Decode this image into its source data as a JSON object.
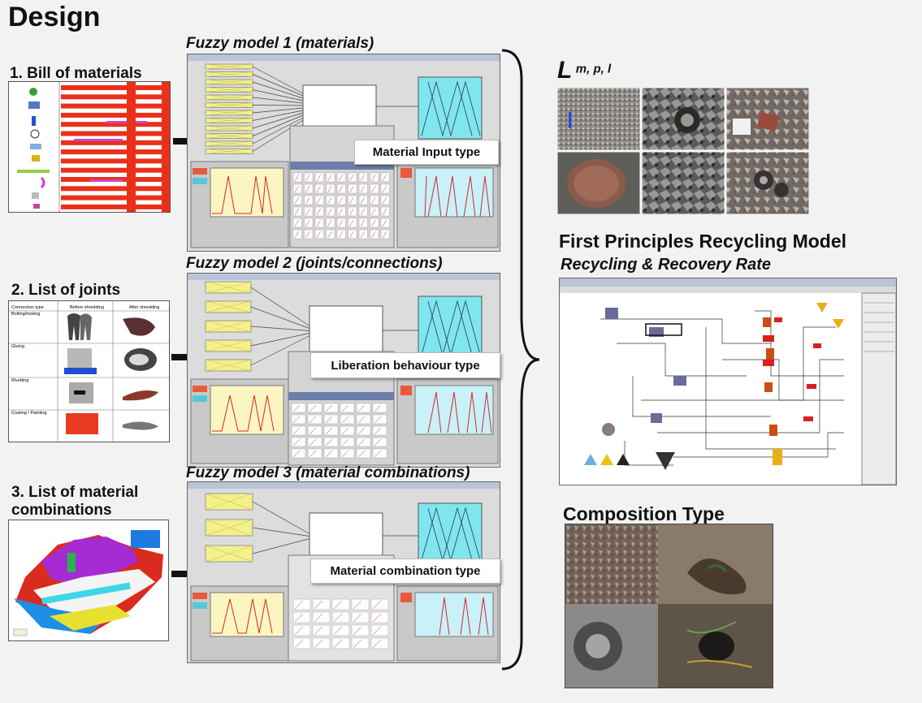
{
  "title": "Design",
  "inputs": {
    "bom": "1. Bill of materials",
    "joints": "2. List of joints",
    "combos_line1": "3. List of material",
    "combos_line2": "combinations"
  },
  "joints_table": {
    "headers": [
      "Connection type",
      "Before shredding",
      "After shredding"
    ],
    "rows": [
      "Bolting/locking",
      "Gluing",
      "Rivetting",
      "Coating / Painting"
    ]
  },
  "fuzzy": [
    {
      "title": "Fuzzy model 1 (materials)",
      "callout": "Material Input type"
    },
    {
      "title": "Fuzzy model 2 (joints/connections)",
      "callout": "Liberation behaviour type"
    },
    {
      "title": "Fuzzy model 3 (material combinations)",
      "callout": "Material combination type"
    }
  ],
  "outputs": {
    "L": "L",
    "L_sup": "m, p, l",
    "model_title": "First Principles Recycling Model",
    "model_sub": "Recycling & Recovery Rate",
    "composition": "Composition Type"
  },
  "colors": {
    "bom_red": "#e8301a",
    "membership_cyan": "#7fe6ee",
    "fuzzy_yellow": "#f4f08a"
  }
}
